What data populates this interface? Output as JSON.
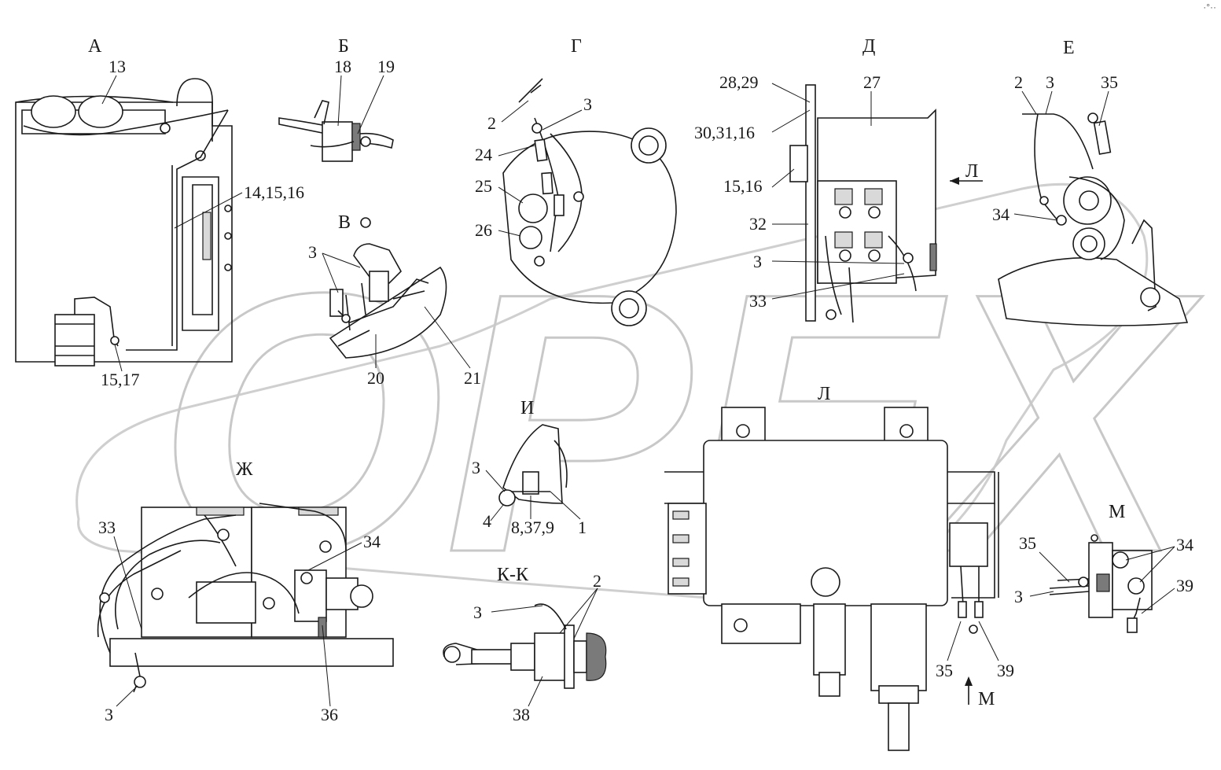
{
  "watermark": {
    "text": "OPEX"
  },
  "corner_mark": "·°··",
  "views": {
    "A": {
      "title": "А",
      "callouts": [
        "13",
        "14,15,16",
        "15,17"
      ]
    },
    "B": {
      "title": "Б",
      "callouts": [
        "18",
        "19"
      ]
    },
    "V": {
      "title": "В",
      "callouts": [
        "3",
        "20",
        "21"
      ]
    },
    "G": {
      "title": "Г",
      "callouts": [
        "2",
        "3",
        "24",
        "25",
        "26"
      ]
    },
    "D": {
      "title": "Д",
      "callouts": [
        "28,29",
        "27",
        "30,31,16",
        "15,16",
        "32",
        "3",
        "33"
      ],
      "arrow_label": "Л"
    },
    "E": {
      "title": "Е",
      "callouts": [
        "2",
        "3",
        "35",
        "34"
      ]
    },
    "I": {
      "title": "И",
      "callouts": [
        "3",
        "4",
        "8,37,9",
        "1"
      ]
    },
    "L": {
      "title": "Л",
      "callouts": [
        "35",
        "39"
      ],
      "arrow_label": "М"
    },
    "Zh": {
      "title": "Ж",
      "callouts": [
        "33",
        "34",
        "3",
        "36"
      ]
    },
    "KK": {
      "title": "К-К",
      "callouts": [
        "2",
        "3",
        "38"
      ]
    },
    "M": {
      "title": "М",
      "callouts": [
        "35",
        "34",
        "3",
        "39"
      ]
    }
  }
}
